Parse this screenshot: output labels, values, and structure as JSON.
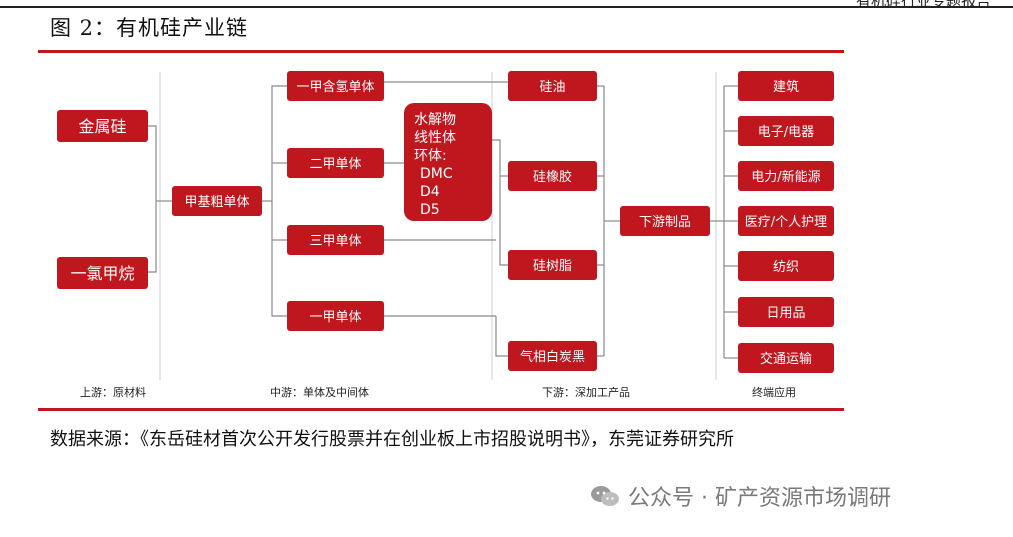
{
  "header_right": "有机硅行业专题报告",
  "figure_title": "图 2：有机硅产业链",
  "diagram": {
    "raw": [
      "金属硅",
      "一氯甲烷"
    ],
    "crude": "甲基粗单体",
    "monomers": [
      "一甲含氢单体",
      "二甲单体",
      "三甲单体",
      "一甲单体"
    ],
    "hydrolysis": [
      "水解物",
      "线性体",
      "环体:",
      "DMC",
      "D4",
      "D5"
    ],
    "deep": [
      "硅油",
      "硅橡胶",
      "硅树脂",
      "气相白炭黑"
    ],
    "downstream": "下游制品",
    "end_uses": [
      "建筑",
      "电子/电器",
      "电力/新能源",
      "医疗/个人护理",
      "纺织",
      "日用品",
      "交通运输"
    ],
    "stages": [
      "上游：原材料",
      "中游：单体及中间体",
      "下游：深加工产品",
      "终端应用"
    ]
  },
  "source_text": "数据来源：《东岳硅材首次公开发行股票并在创业板上市招股说明书》，东莞证券研究所",
  "watermark": "公众号 · 矿产资源市场调研",
  "colors": {
    "accent": "#c0161d",
    "connector": "#8a8a8a"
  }
}
